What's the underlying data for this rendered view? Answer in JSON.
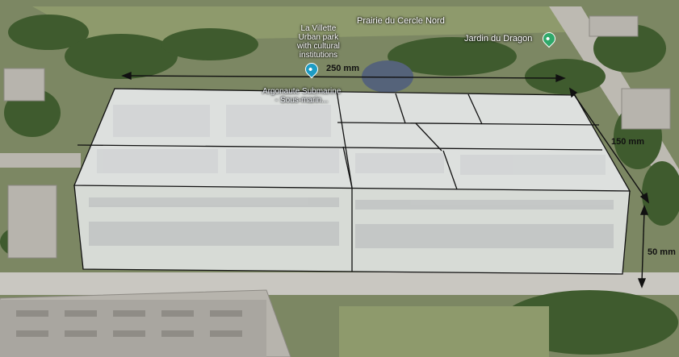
{
  "map": {
    "places": {
      "prairie": "Prairie du Cercle Nord",
      "lavillette_line1": "La Villette",
      "lavillette_line2": "Urban park",
      "lavillette_line3": "with cultural",
      "lavillette_line4": "institutions",
      "jardin": "Jardin du Dragon",
      "argonaute_line1": "Argonaute Submarine",
      "argonaute_line2": "- Sous-marin..."
    },
    "pin_colors": {
      "park": "#2fa86a",
      "museum": "#1e9cc4"
    }
  },
  "dimensions": {
    "length_label": "250 mm",
    "depth_label": "150 mm",
    "height_label": "50 mm",
    "line_color": "#111111"
  },
  "colors": {
    "box_fill": "#f2f4f6",
    "grass": "#7d8b63",
    "trees": "#3f5b2e",
    "road": "#c9c7c1",
    "roof": "#dfe1e2"
  }
}
